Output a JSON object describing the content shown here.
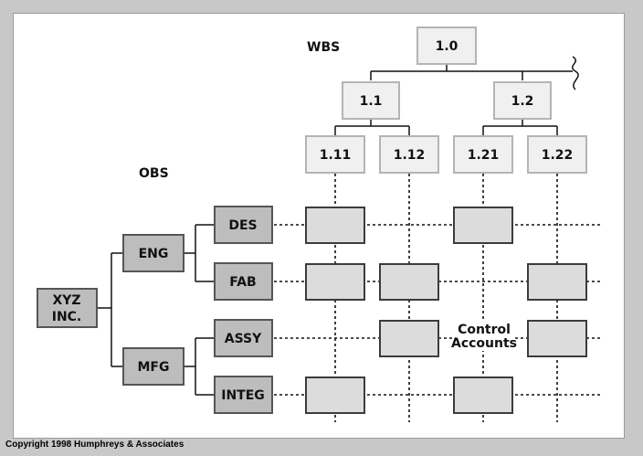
{
  "wbs": {
    "label": "WBS",
    "root": "1.0",
    "level1": [
      "1.1",
      "1.2"
    ],
    "level2": [
      "1.11",
      "1.12",
      "1.21",
      "1.22"
    ]
  },
  "obs": {
    "label": "OBS",
    "root": [
      "XYZ",
      "INC."
    ],
    "departments": [
      "ENG",
      "MFG"
    ],
    "units": [
      "DES",
      "FAB",
      "ASSY",
      "INTEG"
    ]
  },
  "control_accounts_label": [
    "Control",
    "Accounts"
  ],
  "control_accounts": {
    "DES": [
      "1.11",
      "1.21"
    ],
    "FAB": [
      "1.11",
      "1.12",
      "1.22"
    ],
    "ASSY": [
      "1.12",
      "1.22"
    ],
    "INTEG": [
      "1.11",
      "1.21"
    ]
  },
  "colors": {
    "box_light": "#f0f0f0",
    "box_light_border": "#b4b4b4",
    "box_dark": "#bdbdbd",
    "box_dark_border": "#555555",
    "account_fill": "#dcdcdc",
    "account_border": "#3c3c3c"
  },
  "copyright": "Copyright 1998 Humphreys & Associates"
}
